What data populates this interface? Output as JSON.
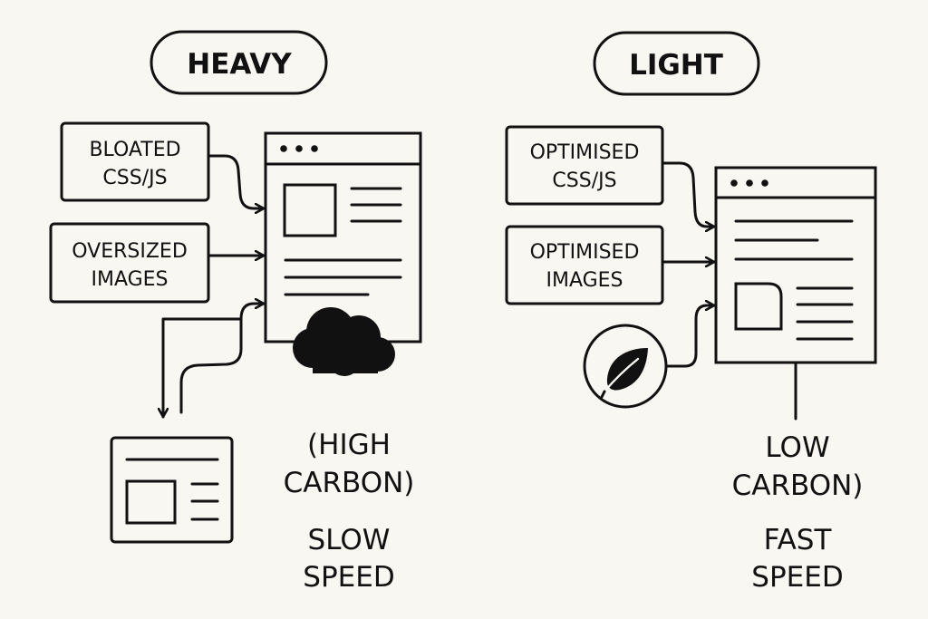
{
  "heavy": {
    "title": "HEAVY",
    "inputs": [
      {
        "line1": "BLOATED",
        "line2": "CSS/JS"
      },
      {
        "line1": "OVERSIZED",
        "line2": "IMAGES"
      }
    ],
    "carbon": {
      "line1": "(HIGH",
      "line2": "CARBON)"
    },
    "speed": {
      "line1": "SLOW",
      "line2": "SPEED"
    }
  },
  "light": {
    "title": "LIGHT",
    "inputs": [
      {
        "line1": "OPTIMISED",
        "line2": "CSS/JS"
      },
      {
        "line1": "OPTIMISED",
        "line2": "IMAGES"
      }
    ],
    "carbon": {
      "line1": "LOW",
      "line2": "CARBON)"
    },
    "speed": {
      "line1": "FAST",
      "line2": "SPEED"
    }
  },
  "icons": [
    "browser-window-icon",
    "cloud-icon",
    "leaf-icon",
    "arrow-icon"
  ],
  "colors": {
    "background": "#f8f7f2",
    "ink": "#111111"
  }
}
